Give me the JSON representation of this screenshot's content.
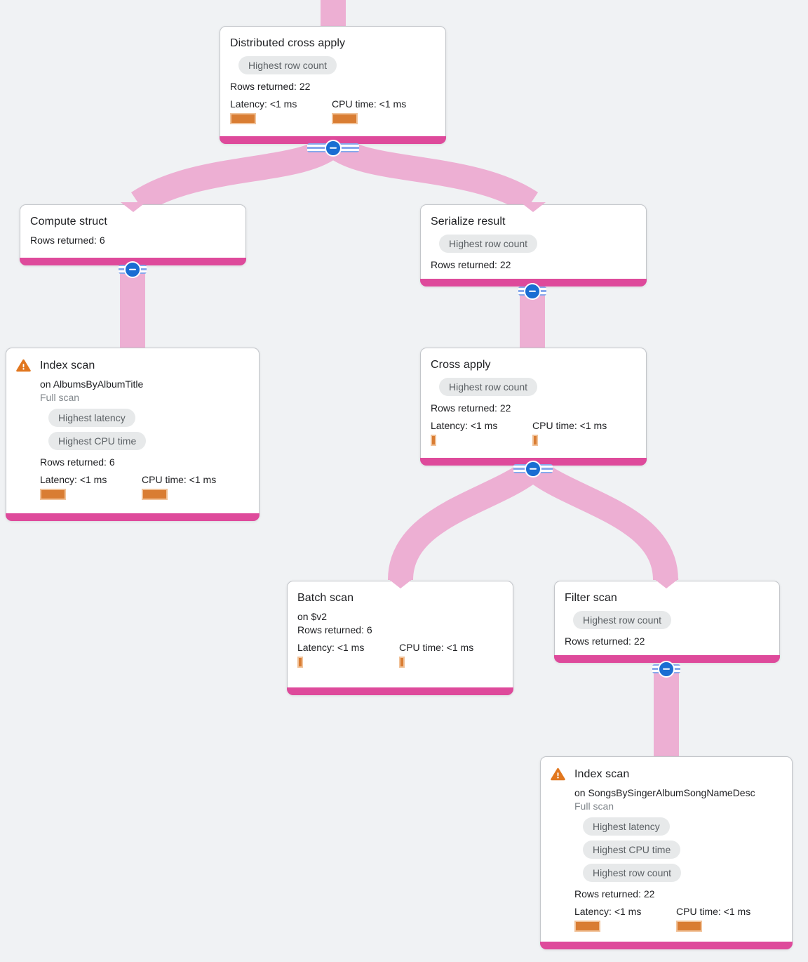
{
  "colors": {
    "background": "#f0f2f4",
    "card_accent_pink": "#de4a9b",
    "flow_band_pink": "#edafd3",
    "metric_bar_orange": "#d97d33",
    "metric_bar_rim": "#f1c39a",
    "badge_background": "#e7e9ea",
    "badge_text": "#5c6165",
    "collapse_blue": "#1a6dd2",
    "warning_orange": "#e1771f"
  },
  "nodes": [
    {
      "id": "distributed-cross-apply",
      "title": "Distributed cross apply",
      "badges": [
        "Highest row count"
      ],
      "rows": "Rows returned: 22",
      "metrics": [
        {
          "label": "Latency: <1 ms",
          "bar": "large"
        },
        {
          "label": "CPU time: <1 ms",
          "bar": "large"
        }
      ]
    },
    {
      "id": "compute-struct",
      "title": "Compute struct",
      "rows": "Rows returned: 6"
    },
    {
      "id": "serialize-result",
      "title": "Serialize result",
      "badges": [
        "Highest row count"
      ],
      "rows": "Rows returned: 22"
    },
    {
      "id": "index-scan-albums",
      "title": "Index scan",
      "warning": true,
      "subtitle": "on AlbumsByAlbumTitle",
      "note": "Full scan",
      "badges": [
        "Highest latency",
        "Highest CPU time"
      ],
      "rows": "Rows returned: 6",
      "metrics": [
        {
          "label": "Latency: <1 ms",
          "bar": "large"
        },
        {
          "label": "CPU time: <1 ms",
          "bar": "large"
        }
      ]
    },
    {
      "id": "cross-apply",
      "title": "Cross apply",
      "badges": [
        "Highest row count"
      ],
      "rows": "Rows returned: 22",
      "metrics": [
        {
          "label": "Latency: <1 ms",
          "bar": "small"
        },
        {
          "label": "CPU time: <1 ms",
          "bar": "small"
        }
      ]
    },
    {
      "id": "batch-scan",
      "title": "Batch scan",
      "subtitle": "on $v2",
      "rows": "Rows returned: 6",
      "metrics": [
        {
          "label": "Latency: <1 ms",
          "bar": "small"
        },
        {
          "label": "CPU time: <1 ms",
          "bar": "small"
        }
      ]
    },
    {
      "id": "filter-scan",
      "title": "Filter scan",
      "badges": [
        "Highest row count"
      ],
      "rows": "Rows returned: 22"
    },
    {
      "id": "index-scan-songs",
      "title": "Index scan",
      "warning": true,
      "subtitle": "on SongsBySingerAlbumSongNameDesc",
      "note": "Full scan",
      "badges": [
        "Highest latency",
        "Highest CPU time",
        "Highest row count"
      ],
      "rows": "Rows returned: 22",
      "metrics": [
        {
          "label": "Latency: <1 ms",
          "bar": "large"
        },
        {
          "label": "CPU time: <1 ms",
          "bar": "large"
        }
      ]
    }
  ],
  "edges": [
    {
      "from": "distributed-cross-apply",
      "to": "compute-struct"
    },
    {
      "from": "distributed-cross-apply",
      "to": "serialize-result"
    },
    {
      "from": "compute-struct",
      "to": "index-scan-albums"
    },
    {
      "from": "serialize-result",
      "to": "cross-apply"
    },
    {
      "from": "cross-apply",
      "to": "batch-scan"
    },
    {
      "from": "cross-apply",
      "to": "filter-scan"
    },
    {
      "from": "filter-scan",
      "to": "index-scan-songs"
    }
  ]
}
